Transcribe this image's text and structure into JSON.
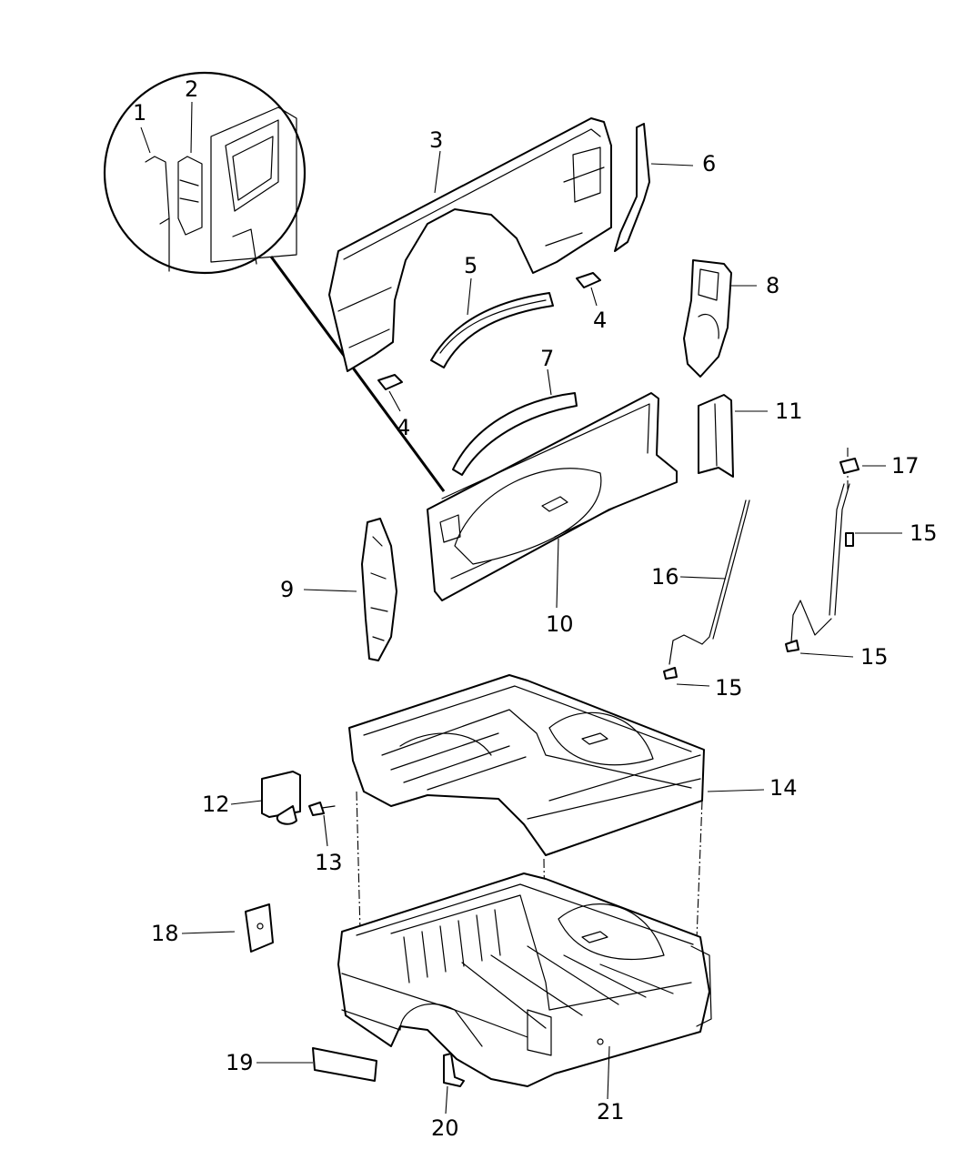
{
  "callouts": {
    "c1": "1",
    "c2": "2",
    "c3": "3",
    "c4a": "4",
    "c4b": "4",
    "c5": "5",
    "c6": "6",
    "c7": "7",
    "c8": "8",
    "c9": "9",
    "c10": "10",
    "c11": "11",
    "c12": "12",
    "c13": "13",
    "c14": "14",
    "c15a": "15",
    "c15b": "15",
    "c15c": "15",
    "c16": "16",
    "c17": "17",
    "c18": "18",
    "c19": "19",
    "c20": "20",
    "c21": "21"
  },
  "colors": {
    "line": "#000000",
    "background": "#ffffff"
  }
}
